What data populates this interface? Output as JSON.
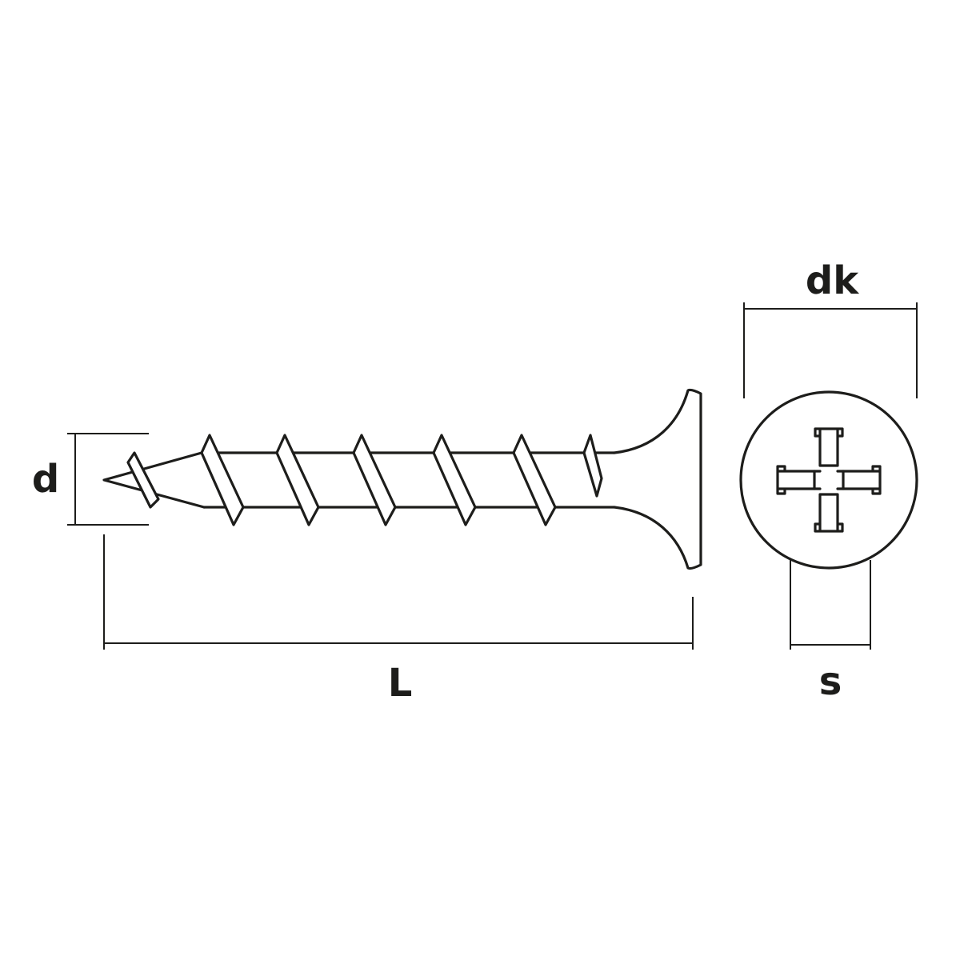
{
  "diagram": {
    "stroke_color": "#1d1d1b",
    "background_color": "#ffffff",
    "labels": {
      "thread_diameter": "d",
      "length": "L",
      "head_diameter": "dk",
      "drive_size": "s"
    }
  }
}
